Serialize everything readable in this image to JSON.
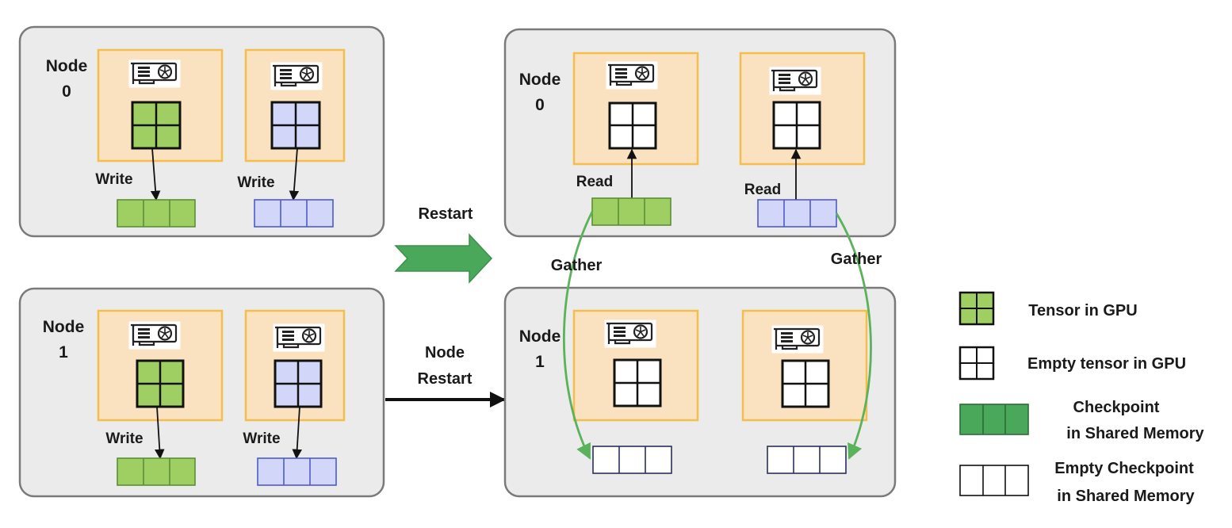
{
  "labels": {
    "write": "Write",
    "read": "Read",
    "gather": "Gather",
    "node": "Node",
    "restart": "Restart",
    "node_restart_line1": "Node",
    "node_restart_line2": "Restart"
  },
  "nodes": {
    "before": [
      {
        "id": "0",
        "gpus": [
          {
            "tensor": "green",
            "checkpoint": "green"
          },
          {
            "tensor": "blue",
            "checkpoint": "blue"
          }
        ]
      },
      {
        "id": "1",
        "gpus": [
          {
            "tensor": "green",
            "checkpoint": "green"
          },
          {
            "tensor": "blue",
            "checkpoint": "blue"
          }
        ]
      }
    ],
    "after": [
      {
        "id": "0",
        "gpus": [
          {
            "tensor": "empty",
            "checkpoint": "green"
          },
          {
            "tensor": "empty",
            "checkpoint": "blue"
          }
        ]
      },
      {
        "id": "1",
        "gpus": [
          {
            "tensor": "empty",
            "checkpoint": "empty"
          },
          {
            "tensor": "empty",
            "checkpoint": "empty"
          }
        ]
      }
    ]
  },
  "legend": [
    {
      "kind": "tensor",
      "text1": "Tensor in GPU",
      "text2": ""
    },
    {
      "kind": "empty-tensor",
      "text1": "Empty tensor in GPU",
      "text2": ""
    },
    {
      "kind": "checkpoint",
      "text1": "Checkpoint",
      "text2": "in Shared Memory"
    },
    {
      "kind": "empty-checkpoint",
      "text1": "Empty Checkpoint",
      "text2": "in Shared Memory"
    }
  ],
  "colors": {
    "node_bg": "#ebebeb",
    "node_border": "#7a7a7a",
    "gpu_bg": "#fae2c0",
    "gpu_border": "#f5bd4c",
    "tensor_green": "#9fcf63",
    "tensor_blue": "#d2d7f9",
    "ckpt_green": "#9fcf63",
    "ckpt_blue": "#d2d7f9",
    "ckpt_blue_border": "#4a5ccc",
    "legend_ckpt_green": "#4aa85b",
    "gather_arrow": "#5ab25a",
    "restart_arrow": "#4aa85b",
    "icons": [
      "gpu-card-icon"
    ]
  }
}
